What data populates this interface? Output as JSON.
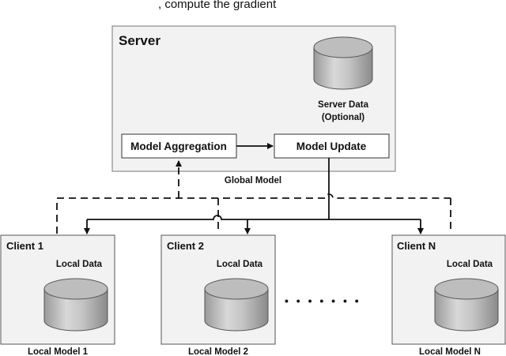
{
  "header_fragment": ", compute the gradient",
  "server": {
    "title": "Server",
    "data_label": "Server Data",
    "data_note": "(Optional)",
    "aggregation": "Model Aggregation",
    "update": "Model Update",
    "global_model": "Global Model"
  },
  "clients": [
    {
      "title": "Client 1",
      "data_label": "Local Data",
      "model_label": "Local Model 1"
    },
    {
      "title": "Client 2",
      "data_label": "Local Data",
      "model_label": "Local Model 2"
    },
    {
      "title": "Client N",
      "data_label": "Local Data",
      "model_label": "Local Model N"
    }
  ],
  "ellipsis": "• • • • • • •"
}
